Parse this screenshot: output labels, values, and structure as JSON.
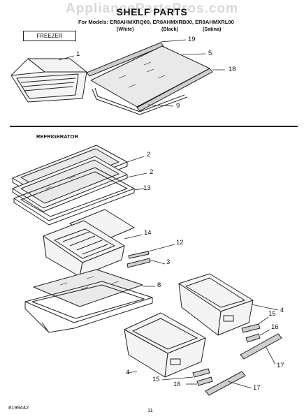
{
  "header": {
    "watermark": "AppliancePartsPros.com",
    "title": "SHELF PARTS",
    "models_line": "For Models: ER8AHMXRQ00, ER8AHMXRB00, ER8AHMXRL00",
    "variants": [
      "(White)",
      "(Black)",
      "(Satina)"
    ]
  },
  "sections": {
    "freezer": "FREEZER",
    "refrigerator": "REFRIGERATOR"
  },
  "callouts": {
    "c1": "1",
    "c19": "19",
    "c5": "5",
    "c18": "18",
    "c9": "9",
    "c2a": "2",
    "c2b": "2",
    "c13": "13",
    "c14": "14",
    "c12": "12",
    "c3": "3",
    "c8": "8",
    "c4a": "4",
    "c15a": "15",
    "c16a": "16",
    "c17a": "17",
    "c4b": "4",
    "c15b": "15",
    "c16b": "16",
    "c17b": "17"
  },
  "footer": {
    "doc_number": "8199442",
    "page_number": "11"
  }
}
